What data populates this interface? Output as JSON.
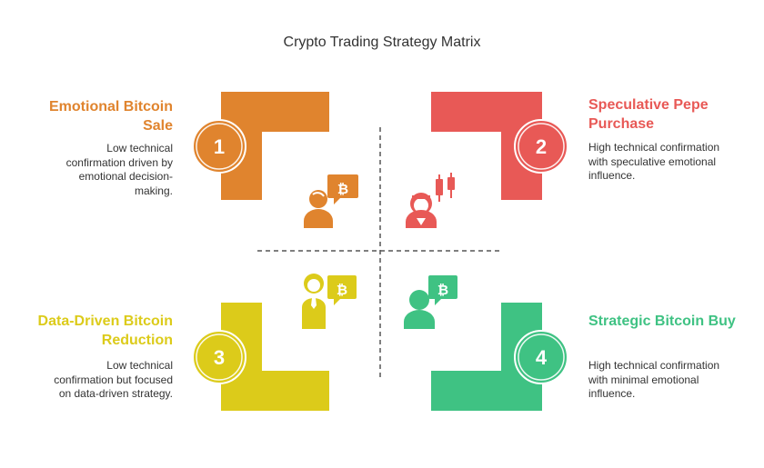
{
  "title": "Crypto Trading Strategy Matrix",
  "colors": {
    "q1": "#E0842E",
    "q2": "#E85956",
    "q3": "#DCCB1A",
    "q4": "#3FC283",
    "axis": "#555555"
  },
  "quadrants": [
    {
      "number": "1",
      "title": "Emotional Bitcoin Sale",
      "description": "Low technical confirmation driven by emotional decision-making.",
      "icon": "person-bitcoin-speech-icon"
    },
    {
      "number": "2",
      "title": "Speculative Pepe Purchase",
      "description": "High technical confirmation with speculative emotional influence.",
      "icon": "trader-candlestick-icon"
    },
    {
      "number": "3",
      "title": "Data-Driven Bitcoin Reduction",
      "description": "Low technical confirmation but focused on data-driven strategy.",
      "icon": "businessman-bitcoin-icon"
    },
    {
      "number": "4",
      "title": "Strategic Bitcoin Buy",
      "description": "High technical confirmation with minimal emotional influence.",
      "icon": "person-bitcoin-badge-icon"
    }
  ],
  "bitcoin_symbol": "₿"
}
